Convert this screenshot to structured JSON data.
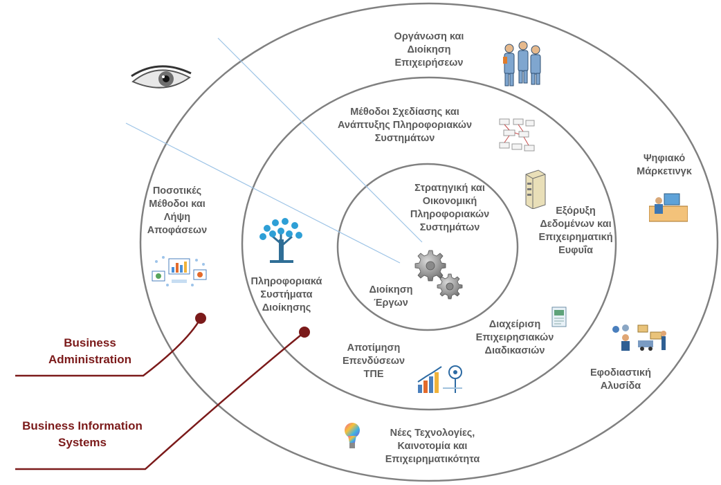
{
  "outer_ring_labels": {
    "organization": "Οργάνωση και\nΔιοίκηση\nΕπιχειρήσεων",
    "quantitative": "Ποσοτικές\nΜέθοδοι και\nΛήψη\nΑποφάσεων",
    "digital_marketing": "Ψηφιακό\nΜάρκετινγκ",
    "supply_chain": "Εφοδιαστική\nΑλυσίδα",
    "new_tech": "Νέες Τεχνολογίες,\nΚαινοτομία και\nΕπιχειρηματικότητα"
  },
  "middle_ring_labels": {
    "methods": "Μέθοδοι Σχεδίασης και\nΑνάπτυξης Πληροφοριακών\nΣυστημάτων",
    "mis": "Πληροφοριακά\nΣυστήματα\nΔιοίκησης",
    "data_mining": "Εξόρυξη\nΔεδομένων και\nΕπιχειρηματική\nΕυφυΐα",
    "bpm": "Διαχείριση\nΕπιχειρησιακών\nΔιαδικασιών",
    "ict_eval": "Αποτίμηση\nΕπενδύσεων\nΤΠΕ"
  },
  "inner_ring_labels": {
    "strategy": "Στρατηγική και\nΟικονομική\nΠληροφοριακών\nΣυστημάτων",
    "project": "Διοίκηση\nΈργων"
  },
  "callouts": {
    "business_admin": "Business\nAdministration",
    "bis": "Business Information\nSystems"
  },
  "colors": {
    "ring": "#808080",
    "callout": "#7b1a1a",
    "sight_line": "#9cc3e6",
    "label": "#5a5a5a"
  },
  "icons": [
    "eye-icon",
    "people-icon",
    "flowchart-icon",
    "server-icon",
    "marketing-desk-icon",
    "data-tree-icon",
    "analytics-dashboard-icon",
    "gears-icon",
    "document-icon",
    "logistics-icon",
    "investment-chart-icon",
    "lightbulb-icon"
  ]
}
